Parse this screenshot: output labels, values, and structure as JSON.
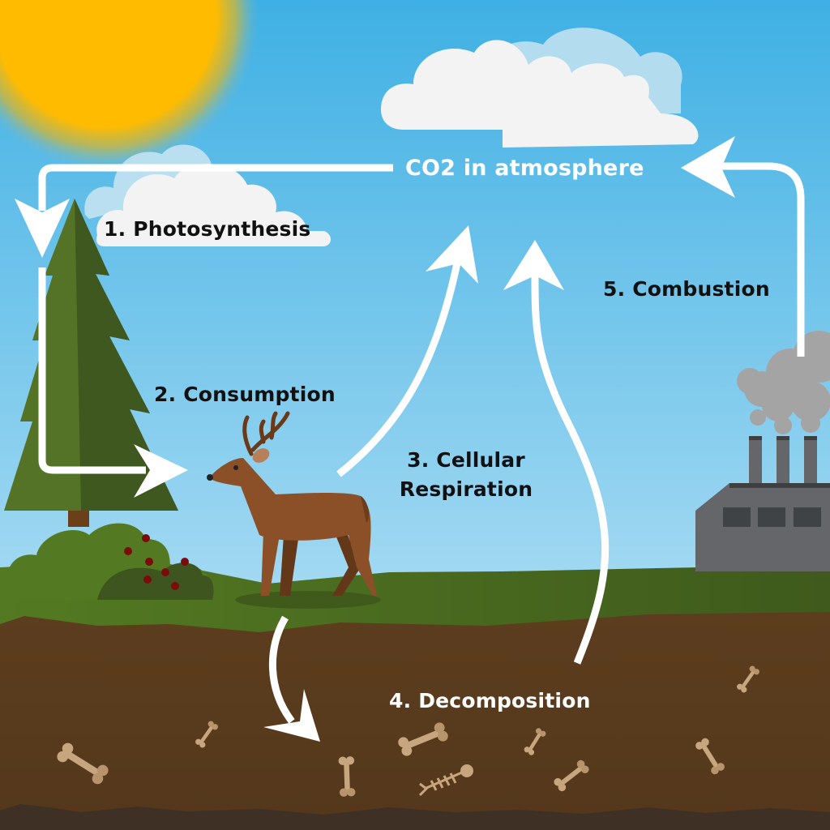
{
  "title": "Carbon Cycle",
  "colors": {
    "sky_top": "#3fb0e4",
    "sky_bottom": "#a9dcf3",
    "sun": "#ffbb00",
    "grass": "#4a6e20",
    "soil": "#5a3b1d",
    "bedrock": "#3d2f24",
    "tree_light": "#557326",
    "tree_dark": "#3e5520",
    "deer": "#8b5028",
    "deer_dark": "#633819",
    "factory": "#646669",
    "smoke": "#a4a4a4",
    "bone": "#c7a57f",
    "arrow": "#ffffff"
  },
  "labels": {
    "atmosphere": "CO2 in atmosphere",
    "step1": "1.  Photosynthesis",
    "step2": "2. Consumption",
    "step3_line1": "3. Cellular",
    "step3_line2": "Respiration",
    "step4": "4. Decomposition",
    "step5": "5. Combustion"
  }
}
